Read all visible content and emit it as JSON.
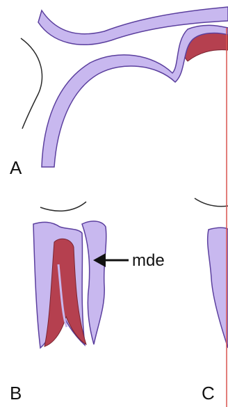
{
  "panels": {
    "a": {
      "letter": "A"
    },
    "b": {
      "letter": "B"
    },
    "c": {
      "letter": "C"
    }
  },
  "annotation": {
    "label": "mde"
  },
  "colors": {
    "epithelium_fill": "#c8b8ef",
    "epithelium_outline": "#5b3f9e",
    "core_fill": "#b5404f",
    "line": "#2a2a2a",
    "divider": "#d9534f"
  }
}
